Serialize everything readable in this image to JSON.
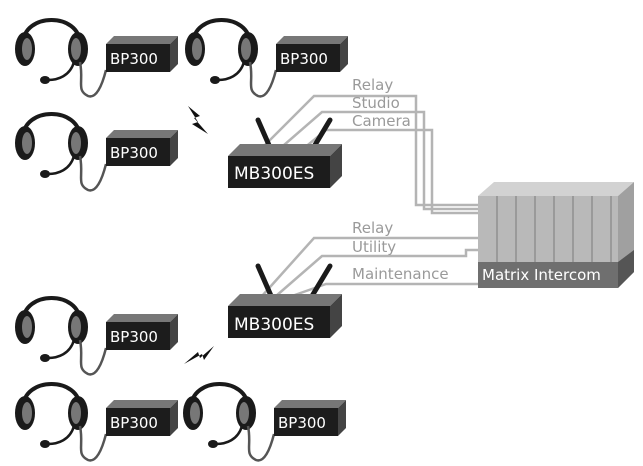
{
  "beltpacks": [
    {
      "label": "BP300"
    },
    {
      "label": "BP300"
    },
    {
      "label": "BP300"
    },
    {
      "label": "BP300"
    },
    {
      "label": "BP300"
    },
    {
      "label": "BP300"
    }
  ],
  "base_stations": [
    {
      "label": "MB300ES"
    },
    {
      "label": "MB300ES"
    }
  ],
  "upper_lines": [
    "Relay",
    "Studio",
    "Camera"
  ],
  "lower_lines": [
    "Relay",
    "Utility",
    "Maintenance"
  ],
  "matrix": {
    "label": "Matrix Intercom"
  },
  "colors": {
    "line": "#b4b4b4",
    "box_dark": "#1c1c1c",
    "matrix_body": "#b9b9b9",
    "matrix_band": "#6f6f6f"
  }
}
